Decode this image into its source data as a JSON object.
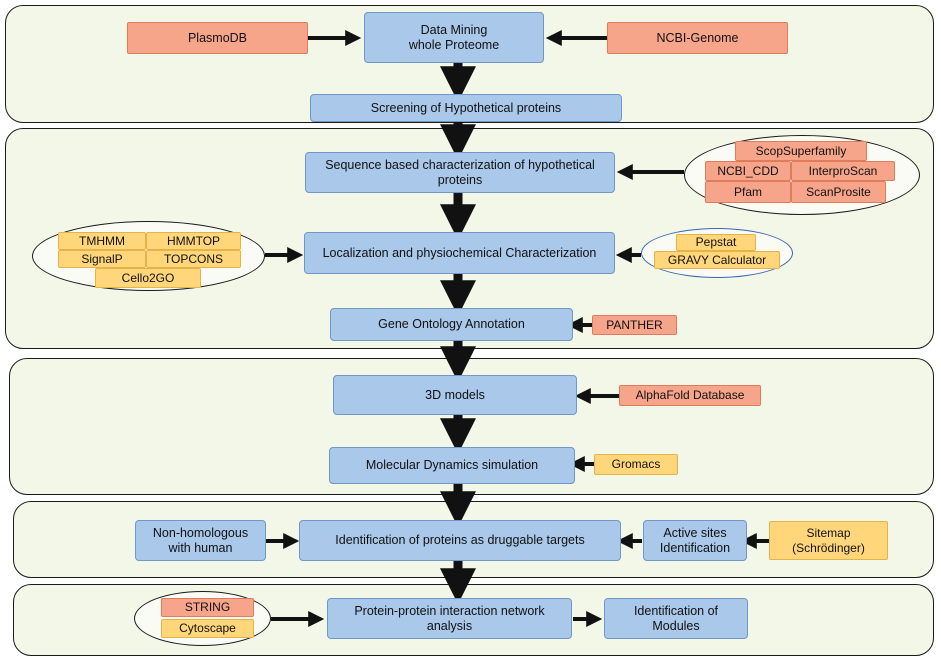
{
  "nodes": {
    "plasmodb": "PlasmoDB",
    "ncbi_genome": "NCBI-Genome",
    "data_mining_1": "Data Mining",
    "data_mining_2": "whole Proteome",
    "screening": "Screening of Hypothetical proteins",
    "seq_char_1": "Sequence based characterization of hypothetical",
    "seq_char_2": "proteins",
    "scopsuperfamily": "ScopSuperfamily",
    "ncbi_cdd": "NCBI_CDD",
    "interproscan": "InterproScan",
    "pfam": "Pfam",
    "scanprosite": "ScanProsite",
    "localization": "Localization and physiochemical Characterization",
    "tmhmm": "TMHMM",
    "hmmtop": "HMMTOP",
    "signalp": "SignalP",
    "topcons": "TOPCONS",
    "cello2go": "Cello2GO",
    "pepstat": "Pepstat",
    "gravy": "GRAVY Calculator",
    "go_annotation": "Gene Ontology Annotation",
    "panther": "PANTHER",
    "models_3d": "3D models",
    "alphafold": "AlphaFold Database",
    "md_sim": "Molecular Dynamics simulation",
    "gromacs": "Gromacs",
    "non_homologous_1": "Non-homologous",
    "non_homologous_2": "with human",
    "druggable": "Identification of proteins as druggable targets",
    "active_sites_1": "Active sites",
    "active_sites_2": "Identification",
    "sitemap_1": "Sitemap",
    "sitemap_2": "(Schrödinger)",
    "string": "STRING",
    "cytoscape": "Cytoscape",
    "ppi_1": "Protein-protein interaction network",
    "ppi_2": "analysis",
    "modules_1": "Identification of",
    "modules_2": "Modules"
  },
  "colors": {
    "process_box": "#a9c8ea",
    "database_box": "#f7a58a",
    "tool_box": "#ffd67a",
    "panel": "#f2f7e8",
    "arrow": "#111111"
  }
}
